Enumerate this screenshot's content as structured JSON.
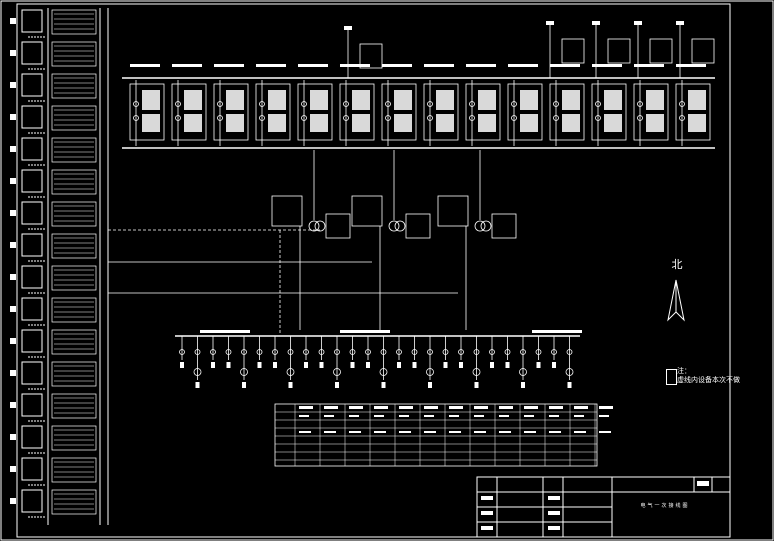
{
  "drawing": {
    "north_label": "北",
    "note_line1": "注：",
    "note_line2": "虚线内设备本次不做",
    "title_block_title": "电气一次接线图"
  },
  "colors": {
    "background": "#000000",
    "lines": "#ffffff"
  }
}
